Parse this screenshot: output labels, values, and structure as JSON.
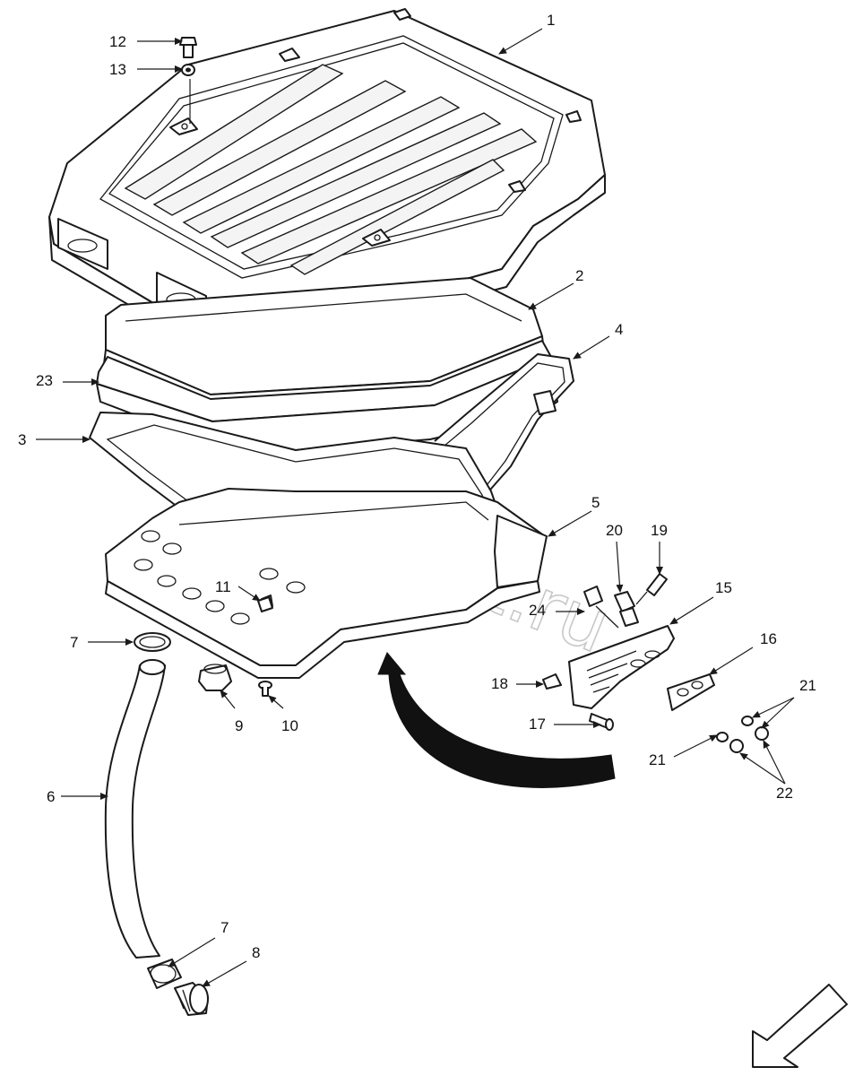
{
  "watermark": "AutoSoft.ru",
  "callouts": [
    "1",
    "2",
    "3",
    "4",
    "5",
    "6",
    "7",
    "7",
    "8",
    "9",
    "10",
    "11",
    "12",
    "13",
    "15",
    "16",
    "17",
    "18",
    "19",
    "20",
    "21",
    "21",
    "22",
    "24",
    "23"
  ],
  "colors": {
    "line": "#1a1a1a",
    "watermark": "#c8c8c8",
    "background": "#ffffff"
  },
  "icons": {
    "orientation": "outline-arrow-icon",
    "flow": "curved-arrow-icon"
  }
}
